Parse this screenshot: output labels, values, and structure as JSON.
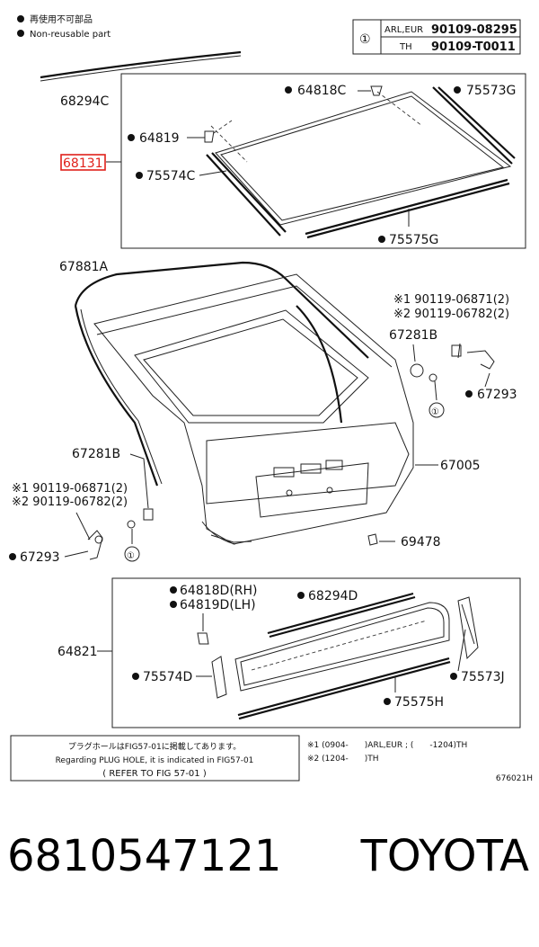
{
  "legend": {
    "reuse_jp": "再使用不可部品",
    "non_reusable": "Non-reusable part"
  },
  "ref_table": {
    "symbol": "①",
    "rows": [
      {
        "region": "ARL,EUR",
        "part": "90109-08295"
      },
      {
        "region": "TH",
        "part": "90109-T0011"
      }
    ]
  },
  "parts": {
    "p68294C": "68294C",
    "p68131": "68131",
    "p64818C": "64818C",
    "p75573G": "75573G",
    "p64819": "64819",
    "p75574C": "75574C",
    "p75575G": "75575G",
    "p67881A": "67881A",
    "note1_a": "※1 90119-06871(2)",
    "note2_a": "※2 90119-06782(2)",
    "p67281B_r": "67281B",
    "p67293_r": "67293",
    "p67005": "67005",
    "p67281B_l": "67281B",
    "note1_b": "※1 90119-06871(2)",
    "note2_b": "※2 90119-06782(2)",
    "p67293_l": "67293",
    "p69478": "69478",
    "p64818D": "64818D(RH)",
    "p64819D": "64819D(LH)",
    "p68294D": "68294D",
    "p64821": "64821",
    "p75574D": "75574D",
    "p75573J": "75573J",
    "p75575H": "75575H",
    "circle1": "①"
  },
  "notice": {
    "jp": "プラグホールはFIG57-01に掲載してあります。",
    "en": "Regarding PLUG HOLE, it is indicated in FIG57-01",
    "ref": "( REFER TO FIG 57-01 )"
  },
  "footnotes": {
    "f1": "※1 (0904-　　)ARL,EUR ; (　　-1204)TH",
    "f2": "※2 (1204-　　)TH"
  },
  "figure_code": "676021H",
  "bottom": {
    "part_number": "6810547121",
    "brand": "TOYOTA"
  }
}
